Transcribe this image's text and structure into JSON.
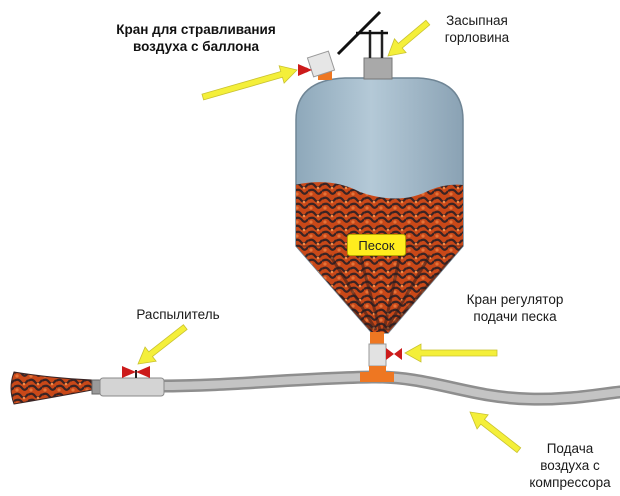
{
  "labels": {
    "relief_valve_line1": "Кран для стравливания",
    "relief_valve_line2": "воздуха с баллона",
    "fill_neck_line1": "Засыпная",
    "fill_neck_line2": "горловина",
    "sand_valve_line1": "Кран регулятор",
    "sand_valve_line2": "подачи песка",
    "sprayer": "Распылитель",
    "air_supply_line1": "Подача",
    "air_supply_line2": "воздуха с",
    "air_supply_line3": "компрессора",
    "sand": "Песок"
  },
  "colors": {
    "tank_air": "#a8bfcf",
    "sand_dark": "#3a2a2a",
    "sand_orange": "#d2501e",
    "hose": "#b4b4b4",
    "arrow": "#f2ee3c",
    "fitting_orange": "#ee7722",
    "valve_red": "#cc1b1b",
    "badge": "#ffed1e"
  }
}
